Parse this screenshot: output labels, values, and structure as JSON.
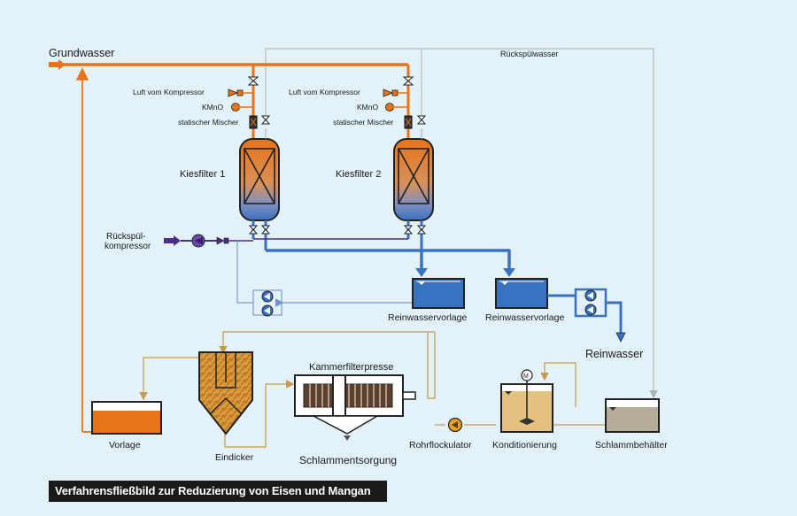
{
  "labels": {
    "grundwasser": "Grundwasser",
    "rueckspuelwasser": "Rückspülwasser",
    "luft1": "Luft vom Kompressor",
    "luft2": "Luft vom Kompressor",
    "kmno1": "KMnO",
    "kmno2": "KMnO",
    "mischer1": "statischer Mischer",
    "mischer2": "statischer Mischer",
    "kiesfilter1": "Kiesfilter 1",
    "kiesfilter2": "Kiesfilter 2",
    "rueckspuel_line1": "Rückspül-",
    "rueckspuel_line2": "kompressor",
    "reinwasservorlage1": "Reinwasservorlage",
    "reinwasservorlage2": "Reinwasservorlage",
    "reinwasser": "Reinwasser",
    "kammerfilterpresse": "Kammerfilterpresse",
    "vorlage": "Vorlage",
    "eindicker": "Eindicker",
    "schlammentsorgung": "Schlammentsorgung",
    "rohrflockulator": "Rohrflockulator",
    "konditionierung": "Konditionierung",
    "schlammbehaelter": "Schlammbehälter",
    "motor": "M"
  },
  "caption": "Verfahrensfließbild zur Reduzierung von Eisen und Mangan",
  "colors": {
    "raw_water": "#e8731a",
    "clean_water": "#3a72c2",
    "air": "#4b2d86",
    "sludge": "#c89a4a",
    "backwash": "#b0b8b8",
    "background": "#e3f1f8"
  }
}
